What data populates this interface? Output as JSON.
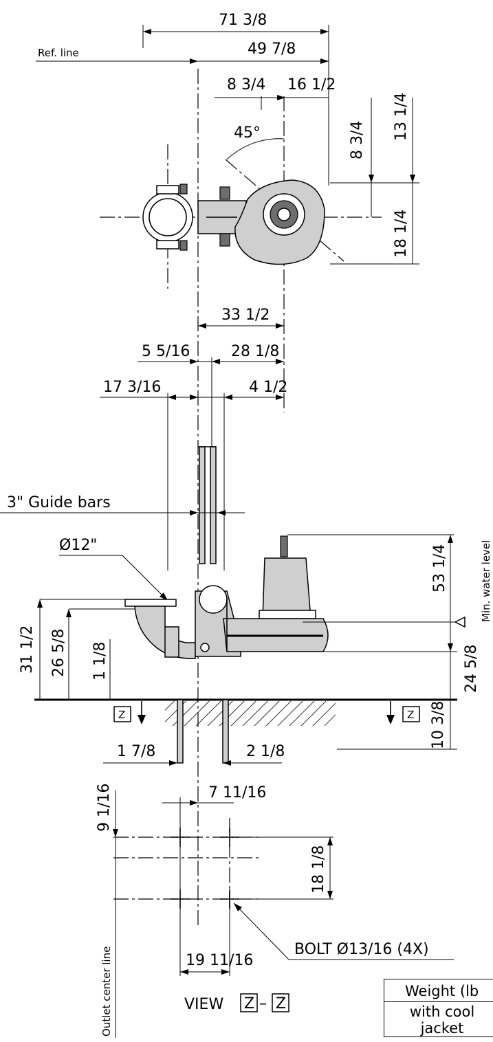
{
  "top_view": {
    "overall_width": "71 3/8",
    "ref_line_label": "Ref. line",
    "ref_to_pump": "49 7/8",
    "offset_a": "8 3/4",
    "offset_b": "16 1/2",
    "angle": "45°",
    "vertical_a": "8 3/4",
    "vertical_b": "13 1/4",
    "vertical_c": "18 1/4"
  },
  "side_view": {
    "ref_to_pump_center": "33 1/2",
    "bar_offset": "5 5/16",
    "bar_to_pump": "28 1/8",
    "guide_to_ref": "17 3/16",
    "bar_spacing": "4 1/2",
    "guide_bars_label": "3\" Guide bars",
    "outlet_label": "Ø12\"",
    "min_water_level_label": "Min. water level",
    "min_water_height": "53 1/4",
    "outlet_height": "31 1/2",
    "discharge_height": "26 5/8",
    "base_height": "1 1/8",
    "pump_inlet_height": "24 5/8",
    "below_floor": "10 3/8",
    "section_marker": "Z",
    "bolt_offset_left": "1 7/8",
    "bolt_offset_right": "2 1/8"
  },
  "plan_view": {
    "bolt_spacing_x": "7 11/16",
    "bolt_spacing_y_top": "9 1/16",
    "bolt_spacing_y": "18 1/8",
    "outlet_center_line_label": "Outlet center line",
    "bolt_label": "BOLT Ø13/16 (4X)",
    "bolt_offset": "19 11/16",
    "view_label_prefix": "VIEW",
    "view_label_sep": "–"
  },
  "weight_table": {
    "header": "Weight (lb",
    "row1_line1": "with cool",
    "row1_line2": "jacket"
  }
}
